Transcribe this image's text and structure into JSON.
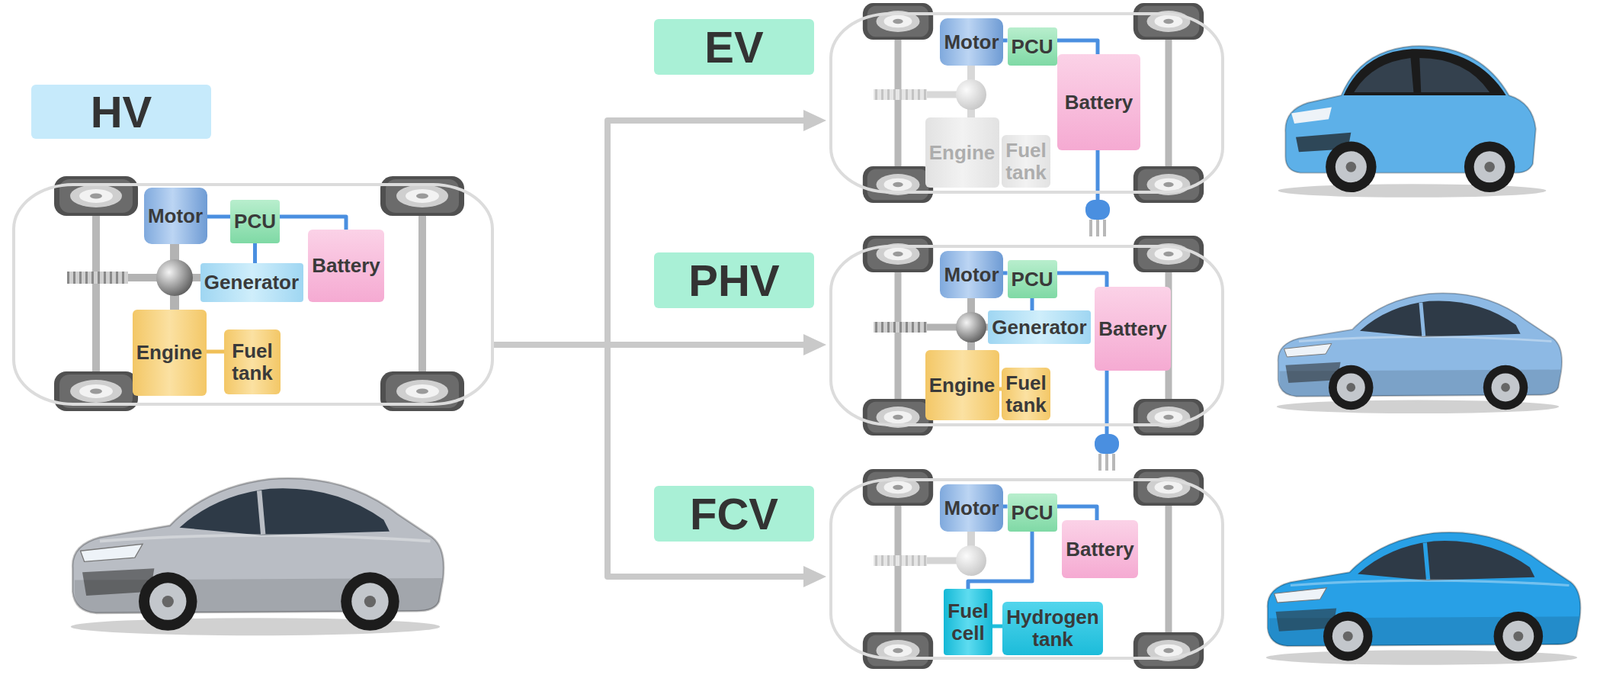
{
  "diagram": {
    "nodes": [
      {
        "text": [
          "HV"
        ]
      },
      {
        "text": [
          "Motor"
        ],
        "in": 0
      },
      {
        "text": [
          "PCU"
        ],
        "in": 0
      },
      {
        "text": [
          "Battery"
        ],
        "in": 0
      },
      {
        "text": [
          "Generator"
        ],
        "in": 0
      },
      {
        "text": [
          "Engine"
        ],
        "in": 0
      },
      {
        "text": [
          "Fuel tank"
        ],
        "in": 0
      },
      {
        "text": [
          "EV"
        ]
      },
      {
        "text": [
          "Motor"
        ],
        "in": 7
      },
      {
        "text": [
          "PCU"
        ],
        "in": 7
      },
      {
        "text": [
          "Battery"
        ],
        "in": 7
      },
      {
        "text": [
          "Engine"
        ],
        "in": 7
      },
      {
        "text": [
          "Fuel tank"
        ],
        "in": 7
      },
      {
        "text": [
          "PHV"
        ]
      },
      {
        "text": [
          "Motor"
        ],
        "in": 13
      },
      {
        "text": [
          "PCU"
        ],
        "in": 13
      },
      {
        "text": [
          "Battery"
        ],
        "in": 13
      },
      {
        "text": [
          "Generator"
        ],
        "in": 13
      },
      {
        "text": [
          "Engine"
        ],
        "in": 13
      },
      {
        "text": [
          "Fuel tank"
        ],
        "in": 13
      },
      {
        "text": [
          "FCV"
        ]
      },
      {
        "text": [
          "Motor"
        ],
        "in": 20
      },
      {
        "text": [
          "PCU"
        ],
        "in": 20
      },
      {
        "text": [
          "Battery"
        ],
        "in": 20
      },
      {
        "text": [
          "Fuel cell"
        ],
        "in": 20
      },
      {
        "text": [
          "Hydrogen tank"
        ],
        "in": 20
      }
    ],
    "edges": [
      {
        "from": 0,
        "to": 7,
        "arrow": "to"
      },
      {
        "from": 0,
        "to": 13,
        "arrow": "to"
      },
      {
        "from": 0,
        "to": 20,
        "arrow": "to"
      },
      {
        "from": 1,
        "to": 2,
        "arrow": "none"
      },
      {
        "from": 2,
        "to": 3,
        "arrow": "none"
      },
      {
        "from": 2,
        "to": 4,
        "arrow": "none"
      },
      {
        "from": 5,
        "to": 6,
        "arrow": "none"
      },
      {
        "from": 8,
        "to": 9,
        "arrow": "none"
      },
      {
        "from": 9,
        "to": 10,
        "arrow": "none"
      },
      {
        "from": 14,
        "to": 15,
        "arrow": "none"
      },
      {
        "from": 15,
        "to": 16,
        "arrow": "none"
      },
      {
        "from": 15,
        "to": 17,
        "arrow": "none"
      },
      {
        "from": 18,
        "to": 19,
        "arrow": "none"
      },
      {
        "from": 21,
        "to": 22,
        "arrow": "none"
      },
      {
        "from": 22,
        "to": 23,
        "arrow": "none"
      },
      {
        "from": 22,
        "to": 24,
        "arrow": "none"
      },
      {
        "from": 24,
        "to": 25,
        "arrow": "none"
      }
    ]
  }
}
